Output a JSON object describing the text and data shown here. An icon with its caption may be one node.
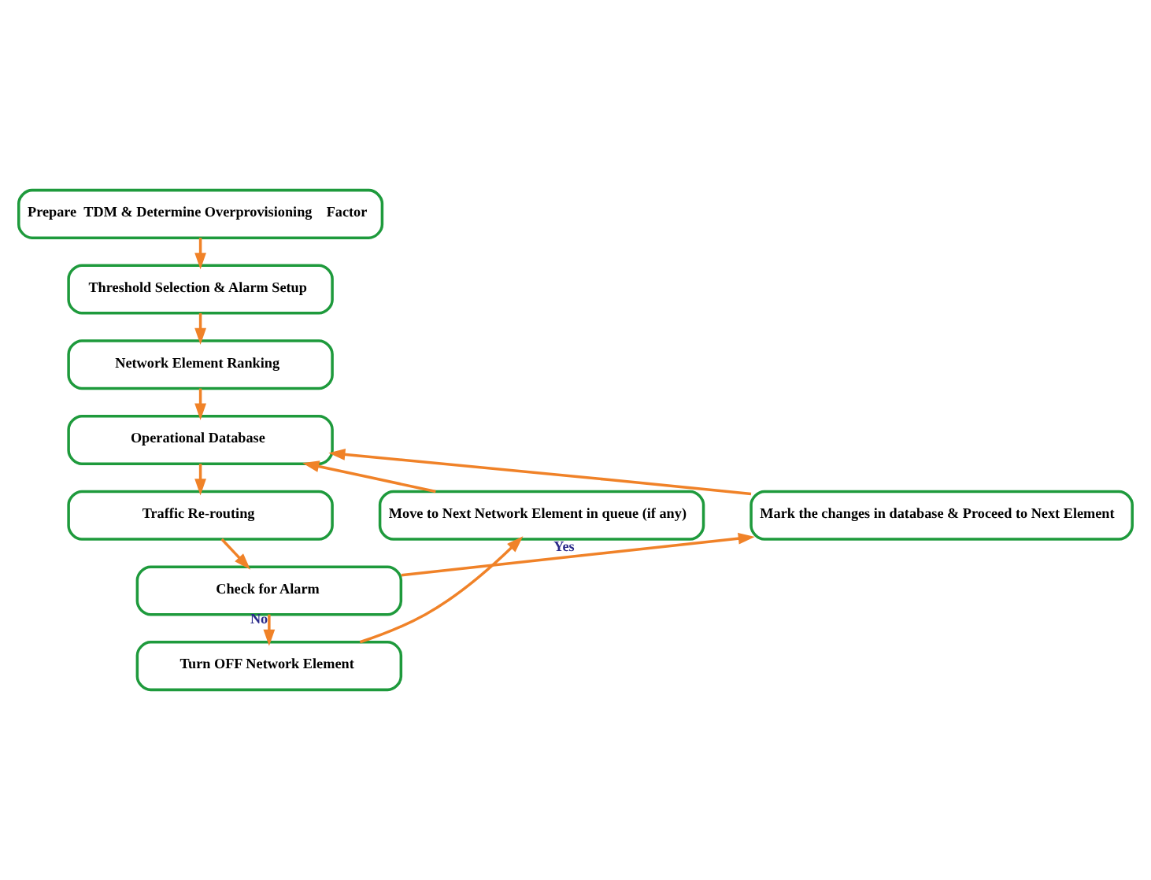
{
  "diagram": {
    "nodes": [
      {
        "text": [
          "Prepare  TDM & Determine Overprovisioning    Factor"
        ]
      },
      {
        "text": [
          "Threshold Selection & Alarm Setup"
        ]
      },
      {
        "text": [
          "Network Element Ranking"
        ]
      },
      {
        "text": [
          "Operational Database"
        ]
      },
      {
        "text": [
          "Move to Next Network Element in queue (if any)"
        ]
      },
      {
        "text": [
          "Mark the changes in database & Proceed to Next Element"
        ]
      },
      {
        "text": [
          "Traffic Re-routing"
        ]
      },
      {
        "text": [
          "Check for Alarm"
        ]
      },
      {
        "text": [
          "Turn OFF Network Element"
        ]
      }
    ],
    "edges": [
      {
        "from": 0,
        "to": 1,
        "arrow": "to"
      },
      {
        "from": 1,
        "to": 2,
        "arrow": "to"
      },
      {
        "from": 2,
        "to": 3,
        "arrow": "to"
      },
      {
        "from": 3,
        "to": 6,
        "arrow": "to"
      },
      {
        "from": 6,
        "to": 7,
        "arrow": "to"
      },
      {
        "from": 7,
        "to": 5,
        "arrow": "to",
        "label": "Yes"
      },
      {
        "from": 5,
        "to": 3,
        "arrow": "to"
      },
      {
        "from": 7,
        "to": 8,
        "arrow": "to",
        "label": "No"
      },
      {
        "from": 8,
        "to": 4,
        "arrow": "to"
      },
      {
        "from": 4,
        "to": 3,
        "arrow": "to"
      }
    ]
  }
}
